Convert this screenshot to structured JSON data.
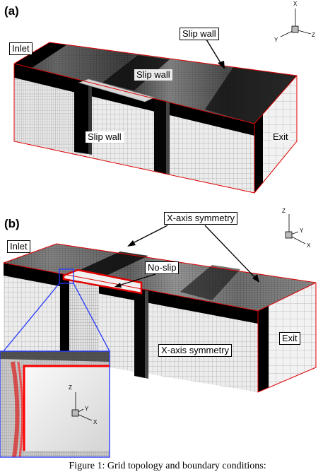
{
  "panel_a": {
    "tag": "(a)",
    "labels": {
      "inlet": "Inlet",
      "slip_wall_top": "Slip wall",
      "slip_wall_center": "Slip wall",
      "slip_wall_side": "Slip wall",
      "exit": "Exit"
    },
    "axes": {
      "x": "X",
      "y": "Y",
      "z": "Z"
    }
  },
  "panel_b": {
    "tag": "(b)",
    "labels": {
      "symmetry_top": "X-axis symmetry",
      "inlet": "Inlet",
      "no_slip": "No-slip",
      "symmetry_side": "X-axis symmetry",
      "exit": "Exit"
    },
    "axes": {
      "z": "Z",
      "y": "Y",
      "x": "X"
    },
    "inset_axes": {
      "z": "Z",
      "y": "Y",
      "x": "X"
    }
  },
  "caption": "Figure 1: Grid topology and boundary conditions:"
}
